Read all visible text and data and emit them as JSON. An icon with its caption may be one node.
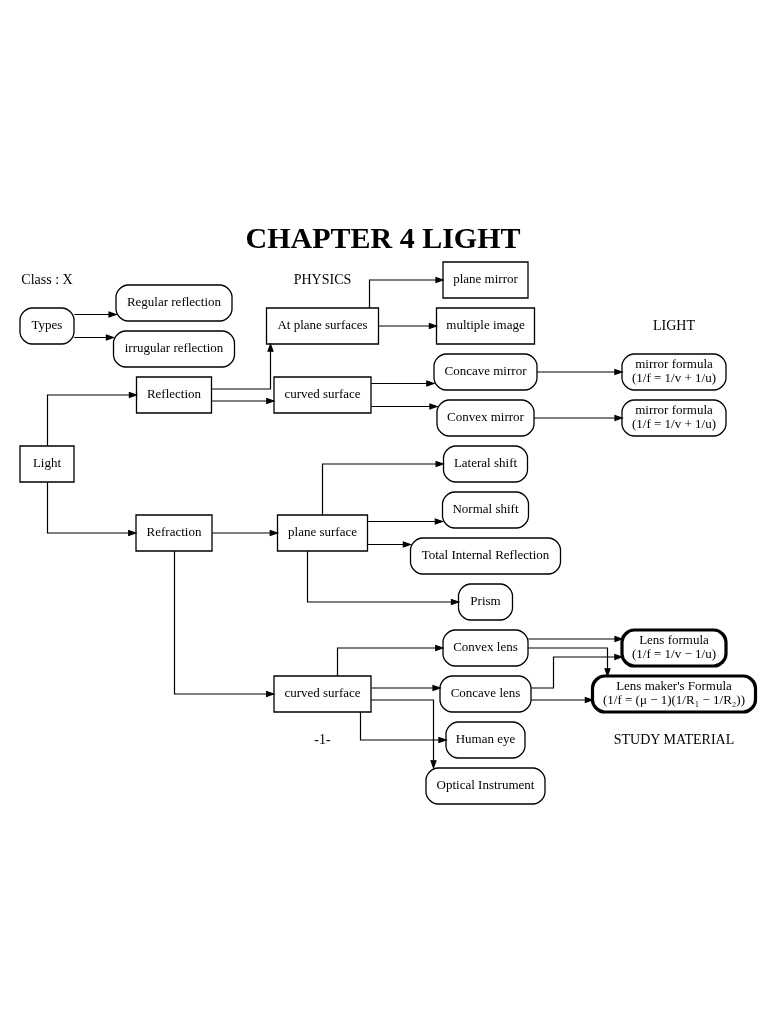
{
  "diagram": {
    "title": "CHAPTER 4 LIGHT",
    "nodes": [
      {
        "text": [
          "Light"
        ]
      },
      {
        "text": [
          "Reflection"
        ]
      },
      {
        "text": [
          "Refraction"
        ]
      },
      {
        "text": [
          "At plane surfaces"
        ]
      },
      {
        "text": [
          "curved surface"
        ]
      },
      {
        "text": [
          "plane mirror"
        ]
      },
      {
        "text": [
          "multiple image"
        ]
      },
      {
        "text": [
          "Concave mirror"
        ]
      },
      {
        "text": [
          "Convex mirror"
        ]
      },
      {
        "text": [
          "mirror formula",
          "(1/f = 1/v + 1/u)"
        ]
      },
      {
        "text": [
          "mirror formula",
          "(1/f = 1/v + 1/u)"
        ]
      },
      {
        "text": [
          "Types"
        ]
      },
      {
        "text": [
          "Regular reflection"
        ]
      },
      {
        "text": [
          "irrugular reflection"
        ]
      },
      {
        "text": [
          "plane surface"
        ]
      },
      {
        "text": [
          "curved surface"
        ]
      },
      {
        "text": [
          "Lateral shift"
        ]
      },
      {
        "text": [
          "Normal shift"
        ]
      },
      {
        "text": [
          "Total Internal Reflection"
        ]
      },
      {
        "text": [
          "Prism"
        ]
      },
      {
        "text": [
          "Convex lens"
        ]
      },
      {
        "text": [
          "Concave lens"
        ]
      },
      {
        "text": [
          "Human eye"
        ]
      },
      {
        "text": [
          "Optical Instrument"
        ]
      },
      {
        "text": [
          "Lens formula",
          "(1/f = 1/v − 1/u)"
        ]
      },
      {
        "text": [
          "Lens maker's Formula",
          "(1/f = (μ − 1)(1/R₁ − 1/R₂))"
        ]
      }
    ],
    "edges": [
      {
        "from": 0,
        "to": 1,
        "arrow": "to"
      },
      {
        "from": 0,
        "to": 2,
        "arrow": "to"
      },
      {
        "from": 1,
        "to": 3,
        "arrow": "to"
      },
      {
        "from": 1,
        "to": 4,
        "arrow": "to"
      },
      {
        "from": 3,
        "to": 5,
        "arrow": "to"
      },
      {
        "from": 3,
        "to": 6,
        "arrow": "to"
      },
      {
        "from": 4,
        "to": 7,
        "arrow": "to"
      },
      {
        "from": 4,
        "to": 8,
        "arrow": "to"
      },
      {
        "from": 7,
        "to": 9,
        "arrow": "to"
      },
      {
        "from": 8,
        "to": 10,
        "arrow": "to"
      },
      {
        "from": 11,
        "to": 12,
        "arrow": "to"
      },
      {
        "from": 11,
        "to": 13,
        "arrow": "to"
      },
      {
        "from": 2,
        "to": 14,
        "arrow": "to"
      },
      {
        "from": 2,
        "to": 15,
        "arrow": "to"
      },
      {
        "from": 14,
        "to": 16,
        "arrow": "to"
      },
      {
        "from": 14,
        "to": 17,
        "arrow": "to"
      },
      {
        "from": 14,
        "to": 18,
        "arrow": "to"
      },
      {
        "from": 14,
        "to": 19,
        "arrow": "to"
      },
      {
        "from": 15,
        "to": 20,
        "arrow": "to"
      },
      {
        "from": 15,
        "to": 21,
        "arrow": "to"
      },
      {
        "from": 15,
        "to": 22,
        "arrow": "to"
      },
      {
        "from": 15,
        "to": 23,
        "arrow": "to"
      },
      {
        "from": 20,
        "to": 24,
        "arrow": "to"
      },
      {
        "from": 20,
        "to": 25,
        "arrow": "to"
      },
      {
        "from": 21,
        "to": 24,
        "arrow": "to"
      },
      {
        "from": 21,
        "to": 25,
        "arrow": "to"
      }
    ],
    "labels": [
      "Class : X",
      "PHYSICS",
      "LIGHT",
      "-1-",
      "STUDY MATERIAL"
    ]
  }
}
